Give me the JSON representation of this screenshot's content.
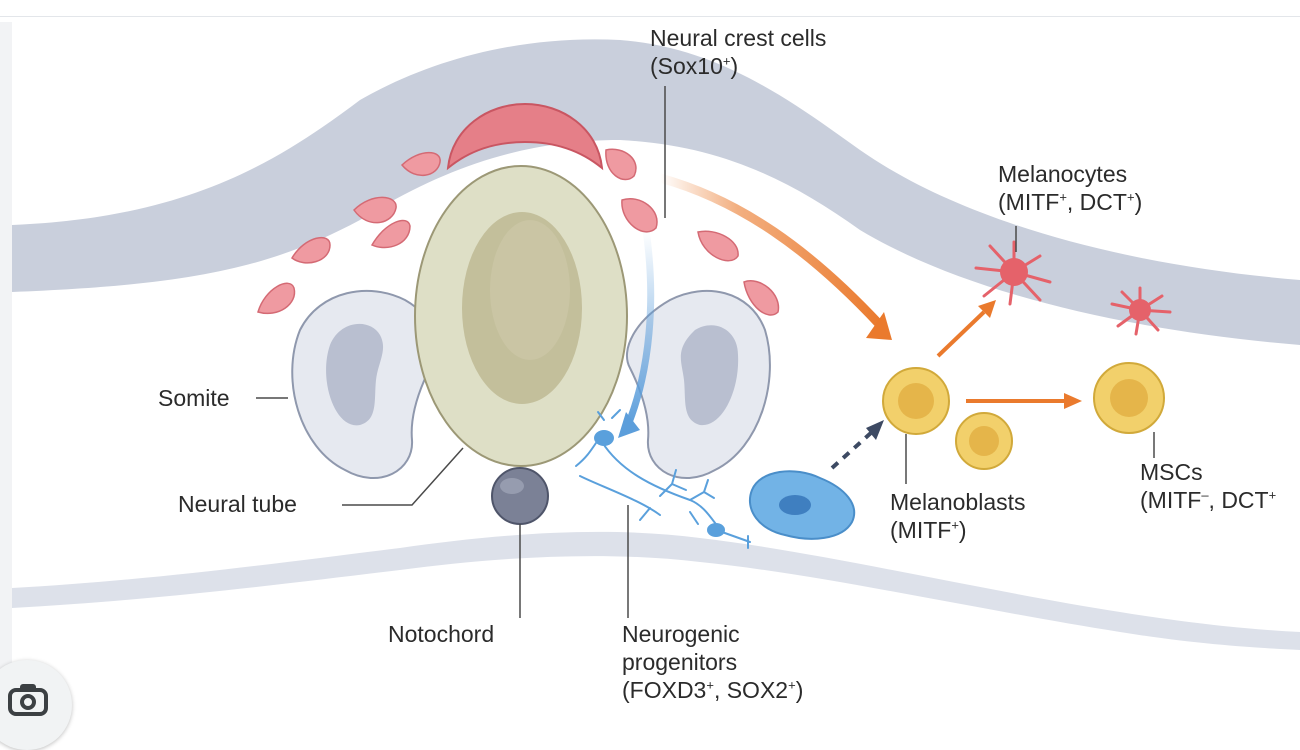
{
  "labels": {
    "neural_crest": {
      "line1": "Neural crest cells",
      "line2_text": "(Sox10",
      "line2_sup": "+",
      "line2_end": ")"
    },
    "melanocytes": {
      "line1": "Melanocytes",
      "a": "(MITF",
      "a_sup": "+",
      "b": ", DCT",
      "b_sup": "+",
      "c": ")"
    },
    "somite": "Somite",
    "neural_tube": "Neural tube",
    "notochord": "Notochord",
    "neurogenic": {
      "line1": "Neurogenic",
      "line2": "progenitors",
      "a": "(FOXD3",
      "a_sup": "+",
      "b": ", SOX2",
      "b_sup": "+",
      "c": ")"
    },
    "melanoblasts": {
      "line1": "Melanoblasts",
      "a": "(MITF",
      "a_sup": "+",
      "c": ")"
    },
    "mscs": {
      "line1": "MSCs",
      "a": "(MITF",
      "a_sup": "–",
      "b": ", DCT",
      "b_sup": "+"
    }
  },
  "colors": {
    "skin_band": "#c9cfdc",
    "neural_crest": "#e57f88",
    "neural_tube": "#dedfc6",
    "neural_tube_lumen": "#c3bf9b",
    "somite": "#e6e9f0",
    "notochord": "#7b8196",
    "arrow_orange": "#ea7a2d",
    "arrow_blue": "#5c9edb",
    "melanoblast": "#f2d06b",
    "melanocyte": "#e5626a",
    "neuron": "#5aa0dc"
  },
  "icons": {
    "lens": "camera-lens-icon"
  }
}
